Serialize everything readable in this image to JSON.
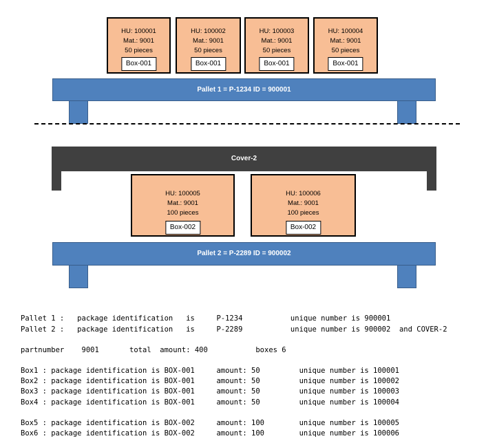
{
  "pallet1": {
    "label": "Pallet 1 = P-1234 ID = 900001",
    "units": [
      {
        "hu": "HU: 100001",
        "mat": "Mat.: 9001",
        "qty": "50 pieces",
        "box": "Box-001"
      },
      {
        "hu": "HU: 100002",
        "mat": "Mat.: 9001",
        "qty": "50 pieces",
        "box": "Box-001"
      },
      {
        "hu": "HU: 100003",
        "mat": "Mat.: 9001",
        "qty": "50 pieces",
        "box": "Box-001"
      },
      {
        "hu": "HU: 100004",
        "mat": "Mat.: 9001",
        "qty": "50 pieces",
        "box": "Box-001"
      }
    ]
  },
  "pallet2": {
    "cover_label": "Cover-2",
    "label": "Pallet 2 = P-2289 ID = 900002",
    "units": [
      {
        "hu": "HU: 100005",
        "mat": "Mat.: 9001",
        "qty": "100 pieces",
        "box": "Box-002"
      },
      {
        "hu": "HU: 100006",
        "mat": "Mat.: 9001",
        "qty": "100 pieces",
        "box": "Box-002"
      }
    ]
  },
  "text": {
    "pallet_lines": [
      "Pallet 1 :   package identification   is     P-1234           unique number is 900001",
      "Pallet 2 :   package identification   is     P-2289           unique number is 900002  and COVER-2"
    ],
    "summary_line": "partnumber    9001       total  amount: 400           boxes 6",
    "box_lines_a": [
      "Box1 : package identification is BOX-001     amount: 50         unique number is 100001",
      "Box2 : package identification is BOX-001     amount: 50         unique number is 100002",
      "Box3 : package identification is BOX-001     amount: 50         unique number is 100003",
      "Box4 : package identification is BOX-001     amount: 50         unique number is 100004"
    ],
    "box_lines_b": [
      "Box5 : package identification is BOX-002     amount: 100        unique number is 100005",
      "Box6 : package identification is BOX-002     amount: 100        unique number is 100006"
    ]
  }
}
